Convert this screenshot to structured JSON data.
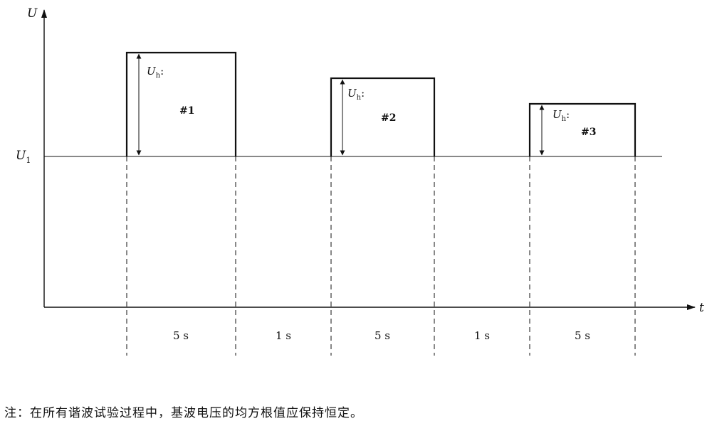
{
  "axes": {
    "y_label": "U",
    "x_label": "t",
    "baseline_label": "U",
    "baseline_label_sub": "1"
  },
  "amplitude_label": {
    "main": "U",
    "sub": "h",
    "suffix": ":"
  },
  "pulses": [
    {
      "label": "#1",
      "relative_height": 1.0
    },
    {
      "label": "#2",
      "relative_height": 0.75
    },
    {
      "label": "#3",
      "relative_height": 0.5
    }
  ],
  "intervals": [
    "5 s",
    "1 s",
    "5 s",
    "1 s",
    "5 s"
  ],
  "note": "注：在所有谐波试验过程中，基波电压的均方根值应保持恒定。"
}
